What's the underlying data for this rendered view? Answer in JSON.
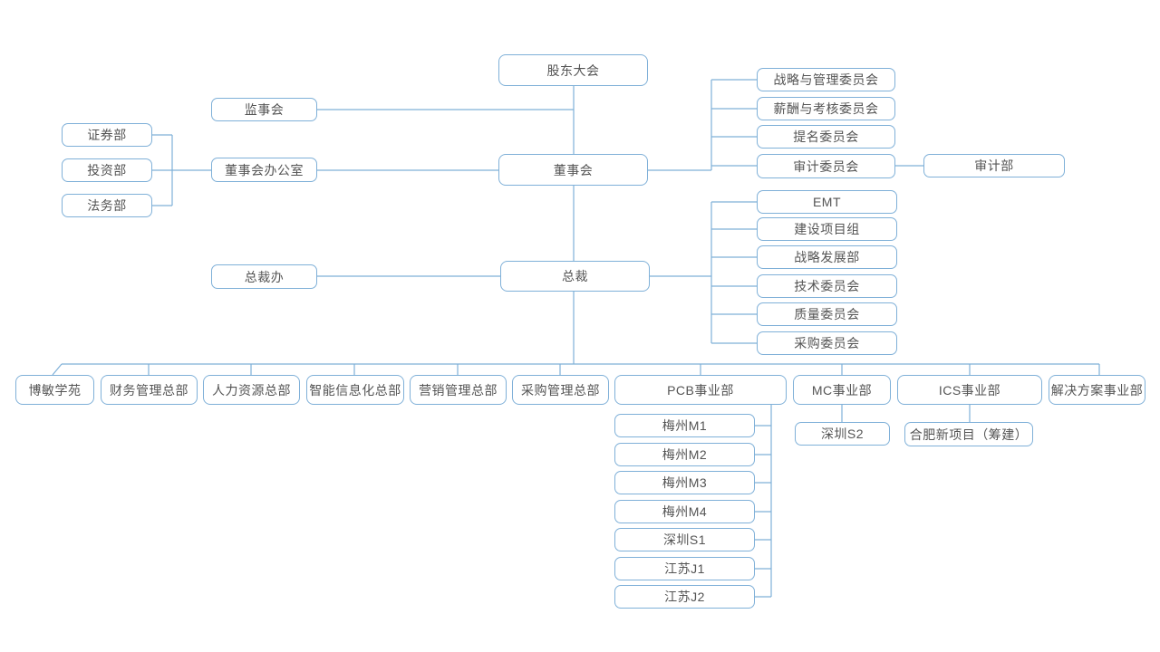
{
  "org": {
    "executive": {
      "shareholders": "股东大会",
      "board": "董事会",
      "president": "总裁"
    },
    "supervisory": "监事会",
    "board_office": "董事会办公室",
    "board_office_depts": [
      "证券部",
      "投资部",
      "法务部"
    ],
    "president_office": "总裁办",
    "board_committees": [
      "战略与管理委员会",
      "薪酬与考核委员会",
      "提名委员会",
      "审计委员会"
    ],
    "audit_dept": "审计部",
    "president_units": [
      "EMT",
      "建设项目组",
      "战略发展部",
      "技术委员会",
      "质量委员会",
      "采购委员会"
    ],
    "divisions": [
      "博敏学苑",
      "财务管理总部",
      "人力资源总部",
      "智能信息化总部",
      "营销管理总部",
      "采购管理总部",
      "PCB事业部",
      "MC事业部",
      "ICS事业部",
      "解决方案事业部"
    ],
    "pcb_sites": [
      "梅州M1",
      "梅州M2",
      "梅州M3",
      "梅州M4",
      "深圳S1",
      "江苏J1",
      "江苏J2"
    ],
    "mc_sites": [
      "深圳S2"
    ],
    "ics_sites": [
      "合肥新项目（筹建）"
    ]
  },
  "theme": {
    "border_color": "#7fb0d8",
    "line_color": "#7fb0d8",
    "text_color": "#545454",
    "background": "#ffffff"
  }
}
